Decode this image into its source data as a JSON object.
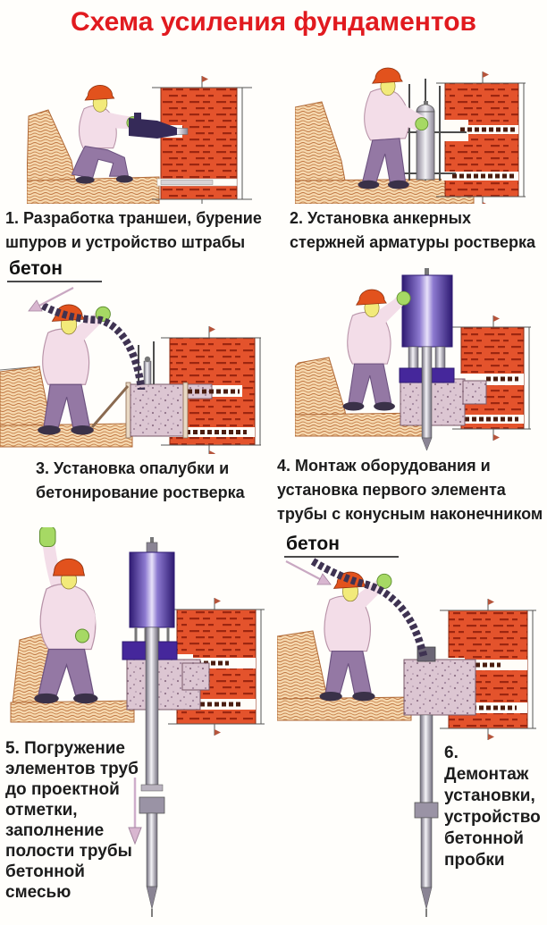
{
  "title": {
    "text": "Схема усиления фундаментов"
  },
  "annotations": {
    "beton_label_step3": "бетон",
    "beton_label_step6": "бетон"
  },
  "panels": [
    {
      "step": 1,
      "caption": "1. Разработка траншеи, бурение шпуров и устройство штрабы"
    },
    {
      "step": 2,
      "caption": "2. Установка анкерных стержней арматуры ростверка"
    },
    {
      "step": 3,
      "caption": "3. Установка опалубки и бетонирование ростверка"
    },
    {
      "step": 4,
      "caption": "4. Монтаж оборудования и установка первого элемента трубы с конусным наконечником"
    },
    {
      "step": 5,
      "caption": "5. Погружение элементов труб до проектной отметки, заполнение полости трубы бетонной смесью"
    },
    {
      "step": 6,
      "caption": "6. Демонтаж установки, устройство бетонной пробки"
    }
  ],
  "colors": {
    "title_red": "#e11a1f",
    "caption_black": "#1c1c1c",
    "brick_orange": "#e4532c",
    "brick_dash_dark": "#9c2610",
    "soil_tan": "#f6d9b0",
    "soil_hatch_brown": "#bf7440",
    "concrete_mauve": "#dcc6d2",
    "equipment_purple": "#45279b",
    "pipe_gray": "#8a8494",
    "hose_dark_purple": "#3f3352",
    "helmet_orange": "#e2521d",
    "jacket_pink": "#f3dde8",
    "trousers_mauve": "#9478a4",
    "gloves_green": "#a6d964"
  }
}
